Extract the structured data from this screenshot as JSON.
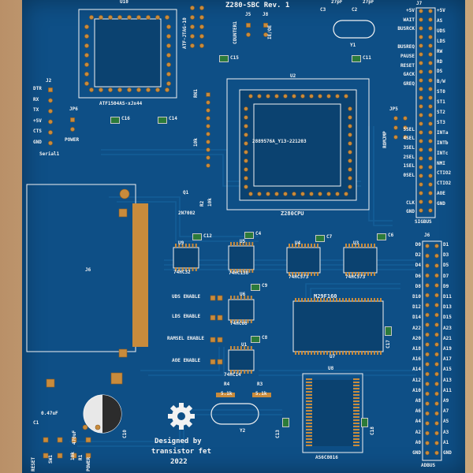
{
  "board": {
    "title": "Z280-SBC Rev. 1",
    "credit_line1": "Designed by",
    "credit_line2": "transistor fet",
    "credit_year": "2022",
    "u2_part": "2889576A_Y13-221203",
    "u2_name": "Z280CPU",
    "u1_name": "ATF1504AS-xJx44",
    "colors": {
      "pcb": "#0e4f86",
      "gold": "#c88b3c",
      "silk": "#f2f2f2",
      "wood": "#c9a77c"
    }
  },
  "labels": {
    "u10": "U10",
    "jtag": "ATF-JTAG-10",
    "j5": "J5",
    "j8": "J8",
    "counter1": "COUNTER1",
    "ieoe": "IE/OE",
    "c3": "C3",
    "c2": "C2",
    "c3v": "27pF",
    "c2v": "27pF",
    "y1": "Y1",
    "c11": "C11",
    "c15": "C15",
    "j2": "J2",
    "serial1": "Serial1",
    "jp6": "JP6",
    "power": "POWER",
    "c16": "C16",
    "c14": "C14",
    "rn1": "RN1",
    "rn_val": "10k",
    "u2": "U2",
    "jp5": "JP5",
    "romjmp": "ROMJMP",
    "q1": "Q1",
    "r2": "R2",
    "r2v": "10k",
    "q1part": "2N7002",
    "j7": "J7",
    "sigbus": "SIGBUS",
    "j6": "J6",
    "j6b": "J6",
    "adbus": "ADBUS",
    "u9": "U9",
    "c12": "C12",
    "part_u9": "74HC32",
    "u5": "U5",
    "c4": "C4",
    "part_u5": "74HC138",
    "u4": "U4",
    "c7": "C7",
    "part_u4": "74HC573",
    "u3": "U3",
    "c6": "C6",
    "part_u3": "74HC573",
    "u6": "U6",
    "c9": "C9",
    "part_u6": "74HC08",
    "u1": "U1",
    "c8": "C8",
    "part_u1": "74HC14",
    "m29": "M29F160",
    "u7": "U7",
    "c17": "C17",
    "uds": "UDS ENABLE",
    "lds": "LDS ENABLE",
    "ramsel": "RAMSEL ENABLE",
    "aoe": "AOE ENABLE",
    "r4": "R4",
    "r3": "R3",
    "r4v": "5.1k",
    "r3v": "5.1k",
    "u8": "U8",
    "u8part": "AS6C8016",
    "c18": "C18",
    "c13": "C13",
    "y2": "Y2",
    "c1": "C1",
    "c1v": "0.47uF",
    "c10": "C10",
    "c10v": "470uF",
    "reset": "RESET",
    "sw1": "SW1",
    "r1": "R1",
    "r1v": "10k",
    "power2": "POWER"
  },
  "serial_pins": [
    "DTR",
    "RX",
    "TX",
    "+5V",
    "CTS",
    "GND"
  ],
  "sigbus_left": [
    "+5V",
    "WAIT",
    "BUSRCK",
    "",
    "BUSREQ",
    "PAUSE",
    "RESET",
    "GACK",
    "GREQ",
    "",
    "",
    "",
    "",
    "5SEL",
    "4SEL",
    "3SEL",
    "2SEL",
    "1SEL",
    "0SEL",
    "",
    "",
    "CLK",
    "GND"
  ],
  "sigbus_right": [
    "+5V",
    "AS",
    "UDS",
    "LDS",
    "RW",
    "RD",
    "DS",
    "B/W",
    "ST0",
    "ST1",
    "ST2",
    "ST3",
    "INTa",
    "INTb",
    "INTc",
    "NMI",
    "CTIO2",
    "CTIO2",
    "AOE",
    "GND"
  ],
  "adbus_left": [
    "D0",
    "D2",
    "D4",
    "D6",
    "D8",
    "D10",
    "D12",
    "D14",
    "A22",
    "A20",
    "A18",
    "A16",
    "A14",
    "A12",
    "A10",
    "A8",
    "A6",
    "A4",
    "A2",
    "A0",
    "GND"
  ],
  "adbus_right": [
    "D1",
    "D3",
    "D5",
    "D7",
    "D9",
    "D11",
    "D13",
    "D15",
    "A23",
    "A21",
    "A19",
    "A17",
    "A15",
    "A13",
    "A11",
    "A9",
    "A7",
    "A5",
    "A3",
    "A1",
    "GND"
  ]
}
